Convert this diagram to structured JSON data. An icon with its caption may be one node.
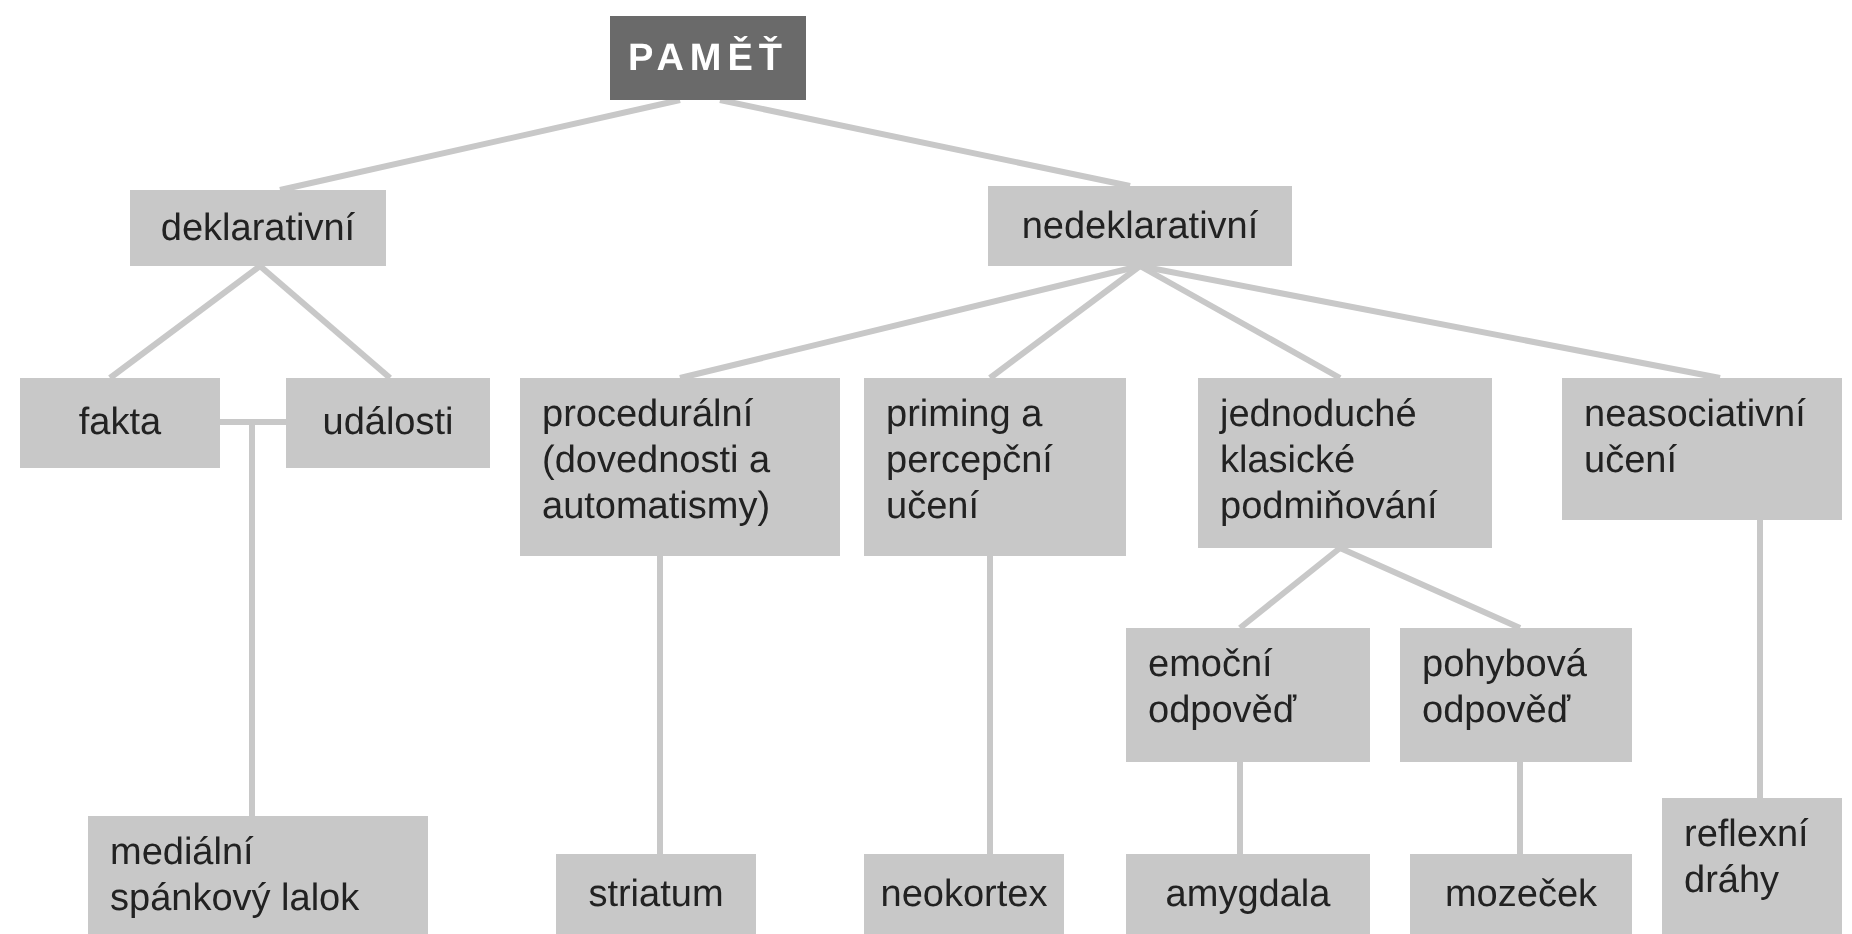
{
  "diagram": {
    "nodes": [
      {
        "text": [
          "PAMĚŤ"
        ]
      },
      {
        "text": [
          "deklarativní"
        ]
      },
      {
        "text": [
          "nedeklarativní"
        ]
      },
      {
        "text": [
          "fakta"
        ]
      },
      {
        "text": [
          "události"
        ]
      },
      {
        "text": [
          "procedurální (dovednosti a automatismy)"
        ]
      },
      {
        "text": [
          "priming a percepční učení"
        ]
      },
      {
        "text": [
          "jednoduché klasické podmiňování"
        ]
      },
      {
        "text": [
          "neasociativní učení"
        ]
      },
      {
        "text": [
          "emoční odpověď"
        ]
      },
      {
        "text": [
          "pohybová odpověď"
        ]
      },
      {
        "text": [
          "mediální spánkový lalok"
        ]
      },
      {
        "text": [
          "striatum"
        ]
      },
      {
        "text": [
          "neokortex"
        ]
      },
      {
        "text": [
          "amygdala"
        ]
      },
      {
        "text": [
          "mozeček"
        ]
      },
      {
        "text": [
          "reflexní dráhy"
        ]
      }
    ],
    "edges": [
      {
        "from": 0,
        "to": 1,
        "arrow": "none"
      },
      {
        "from": 0,
        "to": 2,
        "arrow": "none"
      },
      {
        "from": 1,
        "to": 3,
        "arrow": "none"
      },
      {
        "from": 1,
        "to": 4,
        "arrow": "none"
      },
      {
        "from": 2,
        "to": 5,
        "arrow": "none"
      },
      {
        "from": 2,
        "to": 6,
        "arrow": "none"
      },
      {
        "from": 2,
        "to": 7,
        "arrow": "none"
      },
      {
        "from": 2,
        "to": 8,
        "arrow": "none"
      },
      {
        "from": 3,
        "to": 11,
        "arrow": "none"
      },
      {
        "from": 4,
        "to": 11,
        "arrow": "none"
      },
      {
        "from": 5,
        "to": 12,
        "arrow": "none"
      },
      {
        "from": 6,
        "to": 13,
        "arrow": "none"
      },
      {
        "from": 7,
        "to": 9,
        "arrow": "none"
      },
      {
        "from": 7,
        "to": 10,
        "arrow": "none"
      },
      {
        "from": 9,
        "to": 14,
        "arrow": "none"
      },
      {
        "from": 10,
        "to": 15,
        "arrow": "none"
      },
      {
        "from": 8,
        "to": 16,
        "arrow": "none"
      }
    ]
  }
}
